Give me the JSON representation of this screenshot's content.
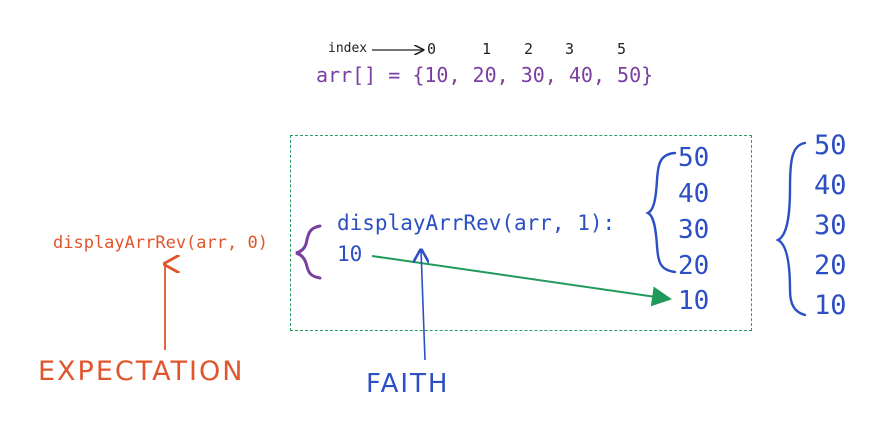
{
  "header": {
    "index_label": "index",
    "indices": [
      "0",
      "1",
      "2",
      "3",
      "5"
    ],
    "array_declaration": "arr[] = {10, 20, 30, 40, 50}"
  },
  "outer_call": "displayArrRev(arr, 0)",
  "inner_call": "displayArrRev(arr, 1):",
  "inner_first_value": "10",
  "recursive_output": [
    "50",
    "40",
    "30",
    "20"
  ],
  "appended_value": "10",
  "final_output": [
    "50",
    "40",
    "30",
    "20",
    "10"
  ],
  "labels": {
    "expectation": "EXPECTATION",
    "faith": "FAITH"
  },
  "colors": {
    "purple": "#7b3fa0",
    "blue": "#2c4fc4",
    "orange": "#e0552b",
    "green": "#2a9d63"
  }
}
